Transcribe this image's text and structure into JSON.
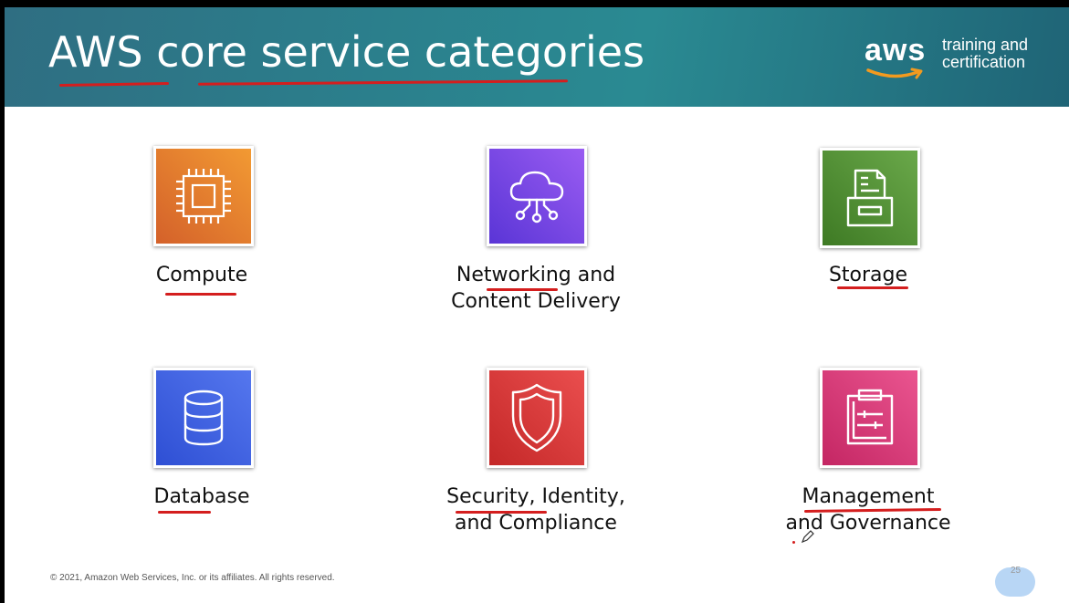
{
  "slide": {
    "title": "AWS core service categories",
    "logo": {
      "word": "aws",
      "sub_line1": "training and",
      "sub_line2": "certification"
    },
    "footer": "© 2021, Amazon Web Services, Inc. or its affiliates. All rights reserved.",
    "page_number": "25"
  },
  "categories": [
    {
      "line1": "Compute",
      "line2": "",
      "icon": "cpu-chip-icon",
      "color": "#e8822a"
    },
    {
      "line1": "Networking and",
      "line2": "Content Delivery",
      "icon": "cloud-network-icon",
      "color": "#7b45e0"
    },
    {
      "line1": "Storage",
      "line2": "",
      "icon": "storage-box-icon",
      "color": "#4a8a2d"
    },
    {
      "line1": "Database",
      "line2": "",
      "icon": "database-icon",
      "color": "#3b5fe0"
    },
    {
      "line1": "Security, Identity,",
      "line2": "and Compliance",
      "icon": "shield-icon",
      "color": "#d93434"
    },
    {
      "line1": "Management",
      "line2": "and Governance",
      "icon": "clipboard-icon",
      "color": "#d6336d"
    }
  ],
  "colors": {
    "header_teal": "#2a8a92",
    "annotation_red": "#d41e1e"
  }
}
